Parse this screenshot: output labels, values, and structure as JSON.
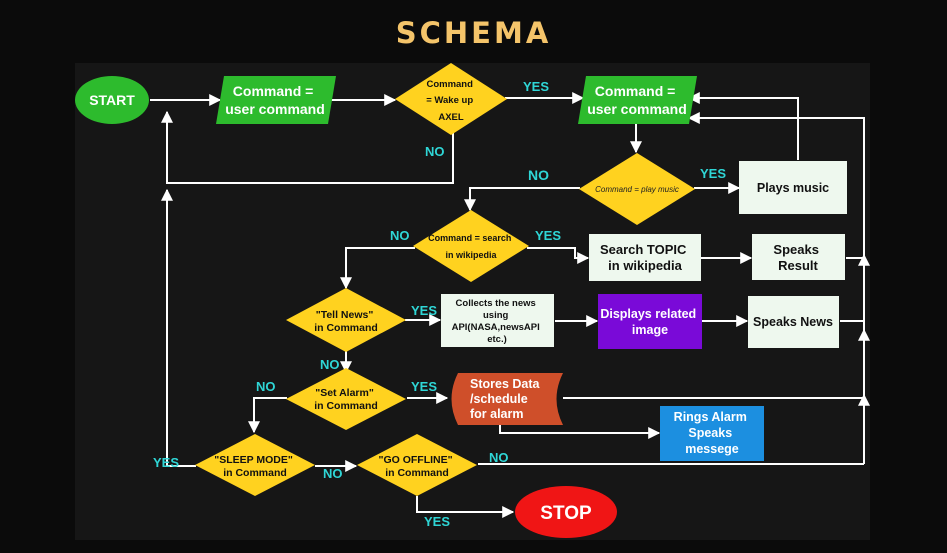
{
  "title": "SCHEMA",
  "nodes": {
    "start": "START",
    "cmd1": [
      "Command =",
      "user command"
    ],
    "wake": [
      "Command",
      "= Wake up",
      "AXEL"
    ],
    "cmd2": [
      "Command =",
      "user command"
    ],
    "play_q": "Command = play music",
    "plays_music": "Plays music",
    "wiki_q": [
      "Command = search",
      "in wikipedia"
    ],
    "search_wiki": [
      "Search TOPIC",
      "in wikipedia"
    ],
    "speaks_result": [
      "Speaks",
      "Result"
    ],
    "news_q": [
      "\"Tell News\"",
      "in Command"
    ],
    "collects": [
      "Collects the news",
      "using",
      "API(NASA,newsAPI",
      "etc.)"
    ],
    "displays": [
      "Displays related",
      "image"
    ],
    "speaks_news": "Speaks News",
    "alarm_q": [
      "\"Set Alarm\"",
      "in Command"
    ],
    "stores": [
      "Stores Data",
      "/schedule",
      "for alarm"
    ],
    "rings": [
      "Rings Alarm",
      "Speaks",
      "messege"
    ],
    "sleep_q": [
      "\"SLEEP MODE\"",
      "in Command"
    ],
    "offline_q": [
      "\"GO OFFLINE\"",
      "in Command"
    ],
    "stop": "STOP"
  },
  "labels": {
    "yes": "YES",
    "no": "NO"
  },
  "colors": {
    "green": "#2dbb2d",
    "yellow": "#ffd21f",
    "white_box": "#eef8ee",
    "purple": "#7a0ad8",
    "orange": "#cf4f2a",
    "blue": "#1c8fe0",
    "red": "#f01515",
    "accent_text": "#2fd6d6"
  }
}
